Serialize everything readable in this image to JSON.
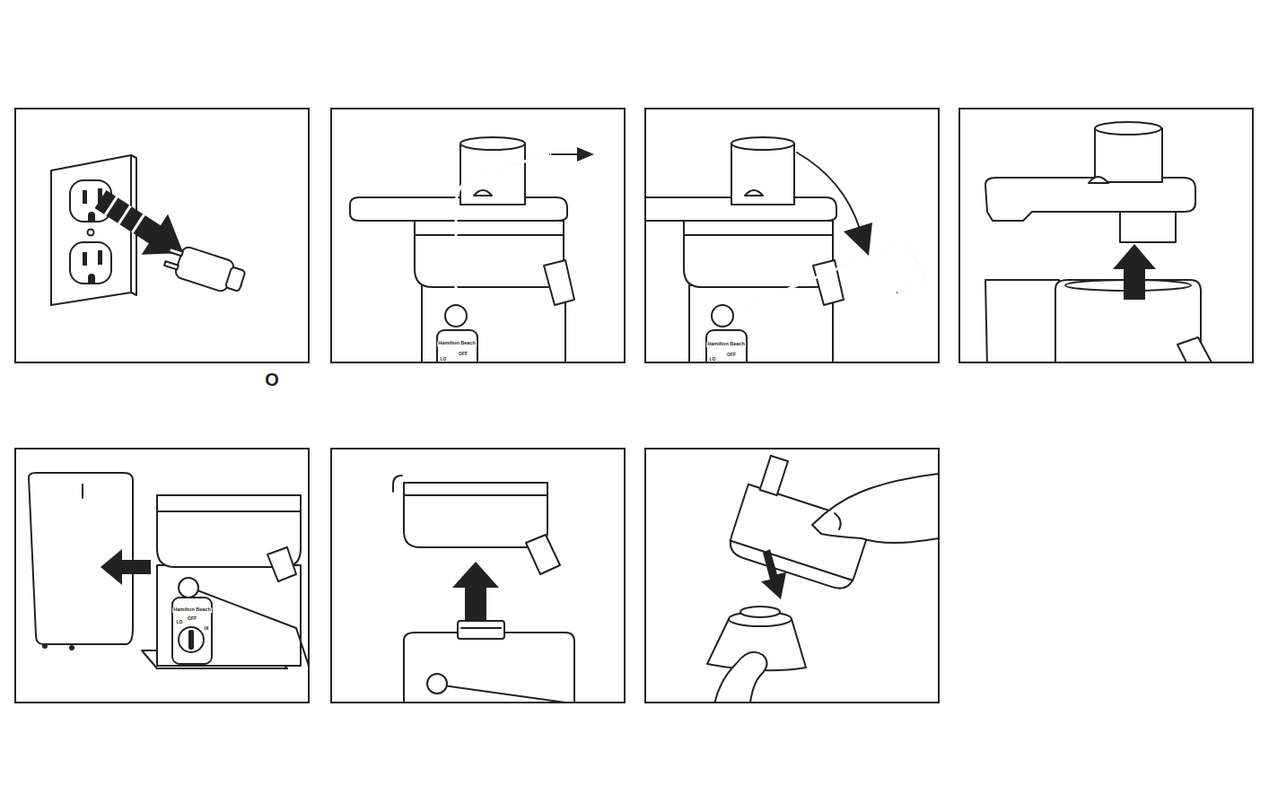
{
  "diagram": {
    "labels": [
      "O",
      "Hamilton Beach",
      "OFF",
      "LO",
      "Hamilton Beach",
      "OFF",
      "LO",
      "Hamilton Beach",
      "LO",
      "OFF",
      "HI"
    ]
  }
}
